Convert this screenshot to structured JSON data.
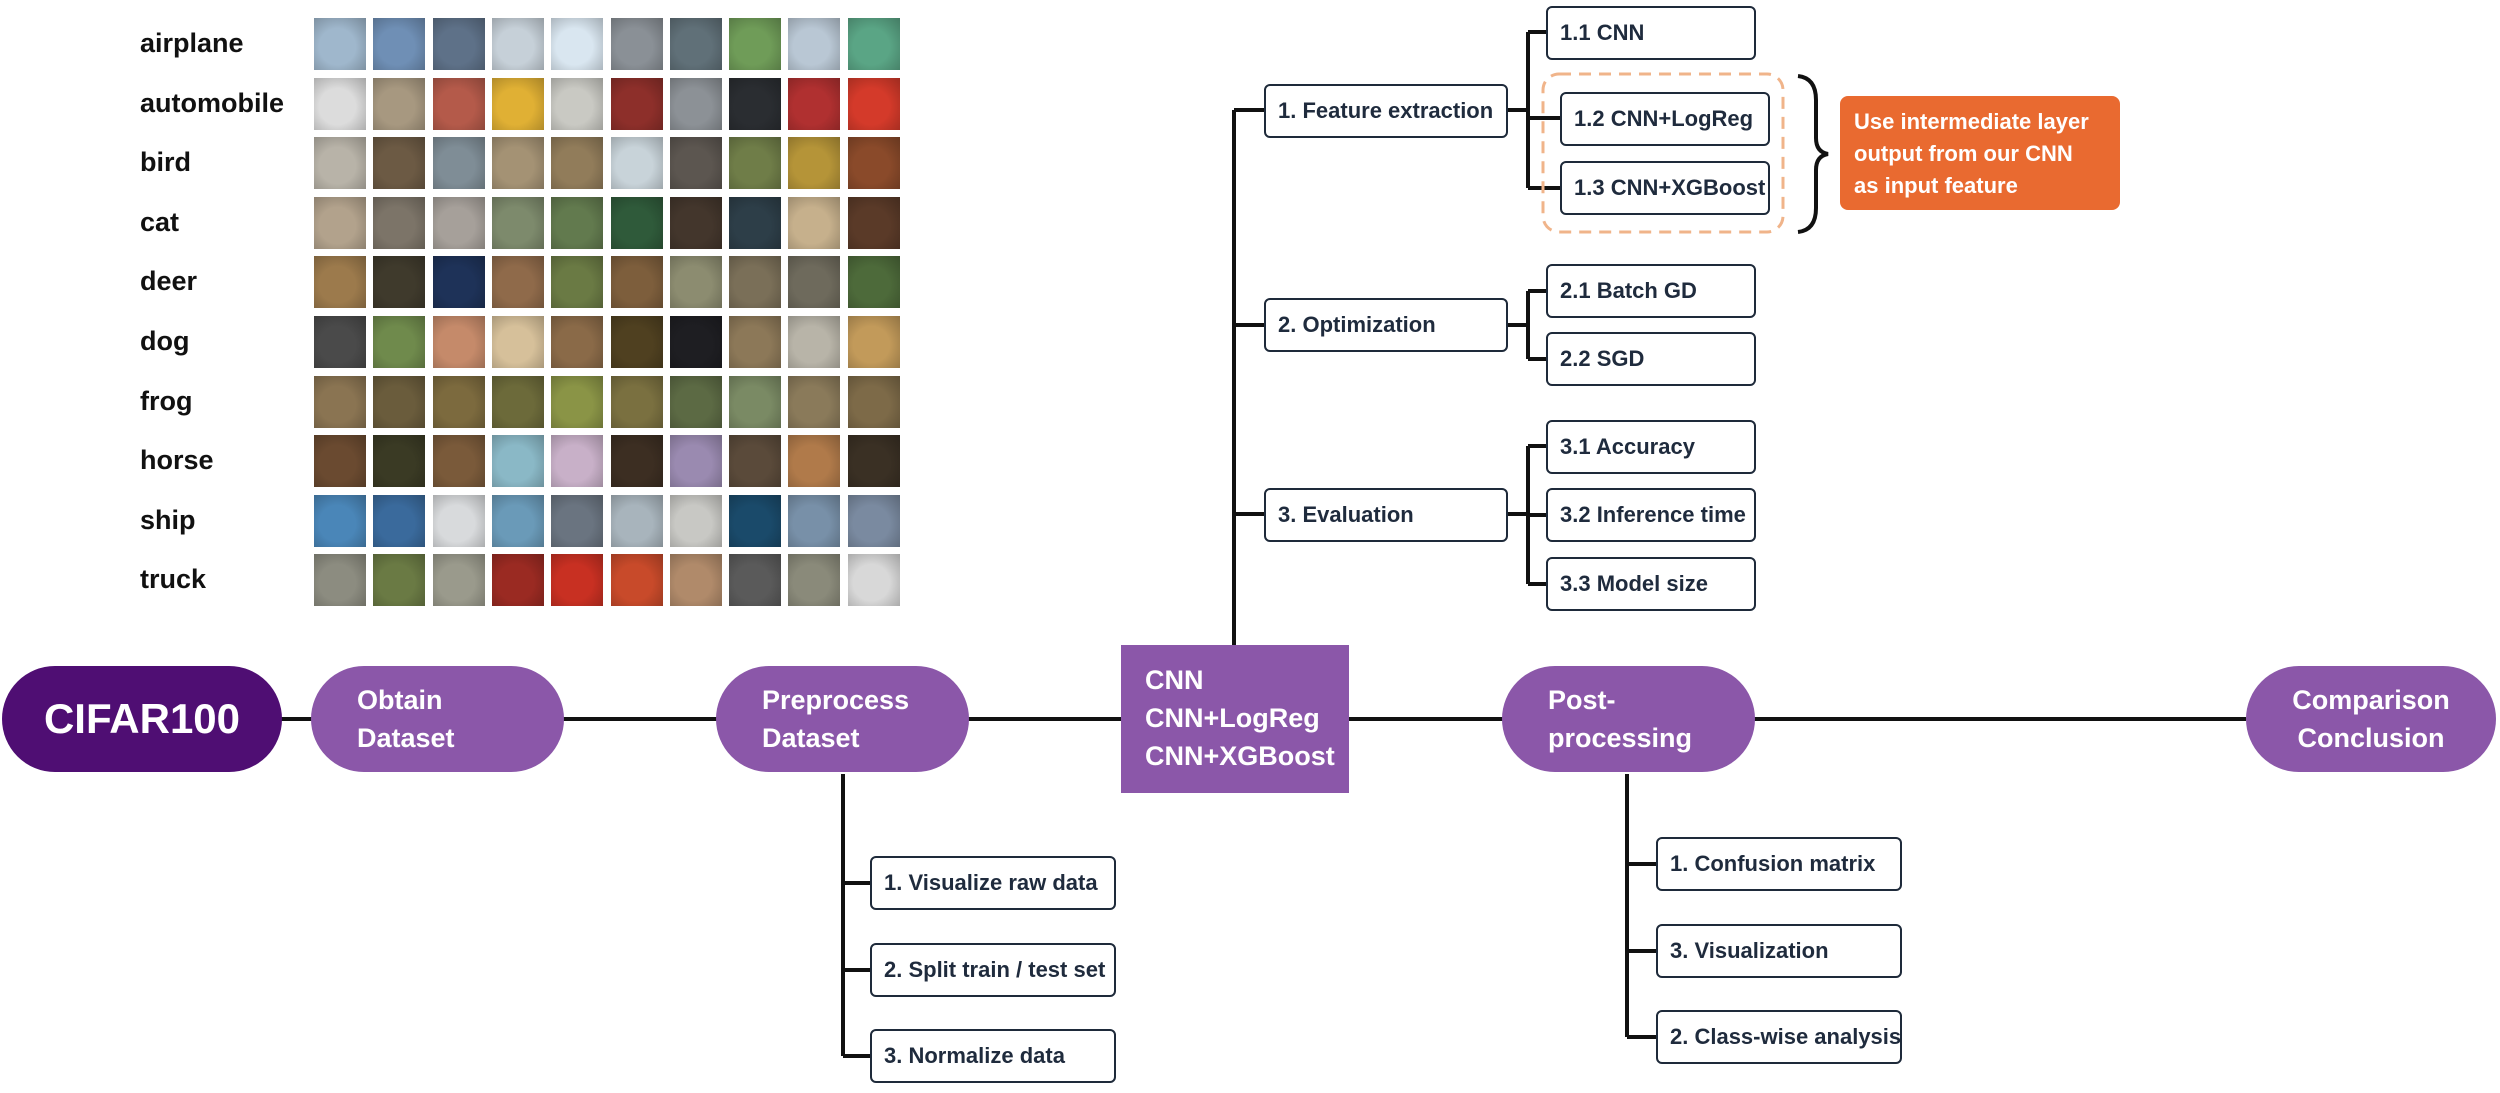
{
  "classes": [
    {
      "name": "airplane",
      "swatches": [
        "#9fb7cc",
        "#6f8fb5",
        "#5e7188",
        "#c6d0d8",
        "#d9e6f0",
        "#8a9096",
        "#607078",
        "#6f9c58",
        "#b9c7d4",
        "#5aa585"
      ]
    },
    {
      "name": "automobile",
      "swatches": [
        "#dcdcdc",
        "#a79880",
        "#b45a4a",
        "#e0b034",
        "#c9c9c3",
        "#8d2f2a",
        "#8c9196",
        "#2a2d31",
        "#b03030",
        "#d43a2a"
      ]
    },
    {
      "name": "bird",
      "swatches": [
        "#b8b3a8",
        "#6c5a44",
        "#7f8d96",
        "#a49274",
        "#917c5a",
        "#c8d3d9",
        "#5c5650",
        "#6f7d48",
        "#b59438",
        "#8a4a2a"
      ]
    },
    {
      "name": "cat",
      "swatches": [
        "#b2a28c",
        "#7c7468",
        "#a6a09a",
        "#7d8a6c",
        "#627a4e",
        "#2f5a3a",
        "#43362c",
        "#2d3e48",
        "#c6b08c",
        "#5a3a28"
      ]
    },
    {
      "name": "deer",
      "swatches": [
        "#9c7a4c",
        "#3f3a2c",
        "#1e3258",
        "#8f6a4a",
        "#6a7a44",
        "#7d5e3c",
        "#8c8c70",
        "#7a6f58",
        "#6e6a5c",
        "#4d6a3a"
      ]
    },
    {
      "name": "dog",
      "swatches": [
        "#4a4a4a",
        "#6f8a4c",
        "#c58a6a",
        "#d6c09a",
        "#8a6a48",
        "#4f4020",
        "#1e1e22",
        "#8c7858",
        "#b8b4a8",
        "#c29a5a"
      ]
    },
    {
      "name": "frog",
      "swatches": [
        "#8a7452",
        "#6a5c3c",
        "#7c6a3e",
        "#6c6a3a",
        "#8a9446",
        "#7a7040",
        "#5c6a44",
        "#7a8a64",
        "#8a7a5a",
        "#7d6a48"
      ]
    },
    {
      "name": "horse",
      "swatches": [
        "#6a4a30",
        "#3a3a24",
        "#7a5a3a",
        "#8ab8c6",
        "#c8b0c8",
        "#3c2e22",
        "#9a8ab0",
        "#5a4a3a",
        "#b07a4a",
        "#3a3024"
      ]
    },
    {
      "name": "ship",
      "swatches": [
        "#4a86b8",
        "#3a6a9c",
        "#d8dadc",
        "#6a9ab8",
        "#6a7480",
        "#a8b4bc",
        "#c8c8c4",
        "#1a4a6a",
        "#7890a8",
        "#7a8aa0"
      ]
    },
    {
      "name": "truck",
      "swatches": [
        "#8c8c80",
        "#6a7a44",
        "#9a9a8c",
        "#9a2a22",
        "#c83022",
        "#c84a2a",
        "#b08a6a",
        "#5a5a5a",
        "#8a8a7a",
        "#d8d8d8"
      ]
    }
  ],
  "pipeline": {
    "start": "CIFAR100",
    "obtain": "Obtain\nDataset",
    "preprocess": "Preprocess\nDataset",
    "models": "CNN\nCNN+LogReg\nCNN+XGBoost",
    "postprocess": "Post-\nprocessing",
    "conclusion": "Comparison\nConclusion"
  },
  "branches": {
    "feature_extraction": {
      "label": "1. Feature extraction",
      "items": [
        "1.1 CNN",
        "1.2 CNN+LogReg",
        "1.3 CNN+XGBoost"
      ]
    },
    "optimization": {
      "label": "2.  Optimization",
      "items": [
        "2.1 Batch GD",
        "2.2 SGD"
      ]
    },
    "evaluation": {
      "label": "3. Evaluation",
      "items": [
        "3.1 Accuracy",
        "3.2 Inference time",
        "3.3 Model size"
      ]
    }
  },
  "callout": "Use intermediate layer\noutput from our CNN\nas input feature",
  "preprocess_steps": [
    "1. Visualize raw data",
    "2. Split train / test set",
    "3. Normalize data"
  ],
  "postprocess_steps": [
    "1. Confusion matrix",
    "3. Visualization",
    "2. Class-wise analysis"
  ],
  "colors": {
    "pill": "#8b57a9",
    "start_pill": "#4f0e73",
    "callout": "#e96a30",
    "line": "#111111",
    "node_border": "#1e2a3a"
  }
}
